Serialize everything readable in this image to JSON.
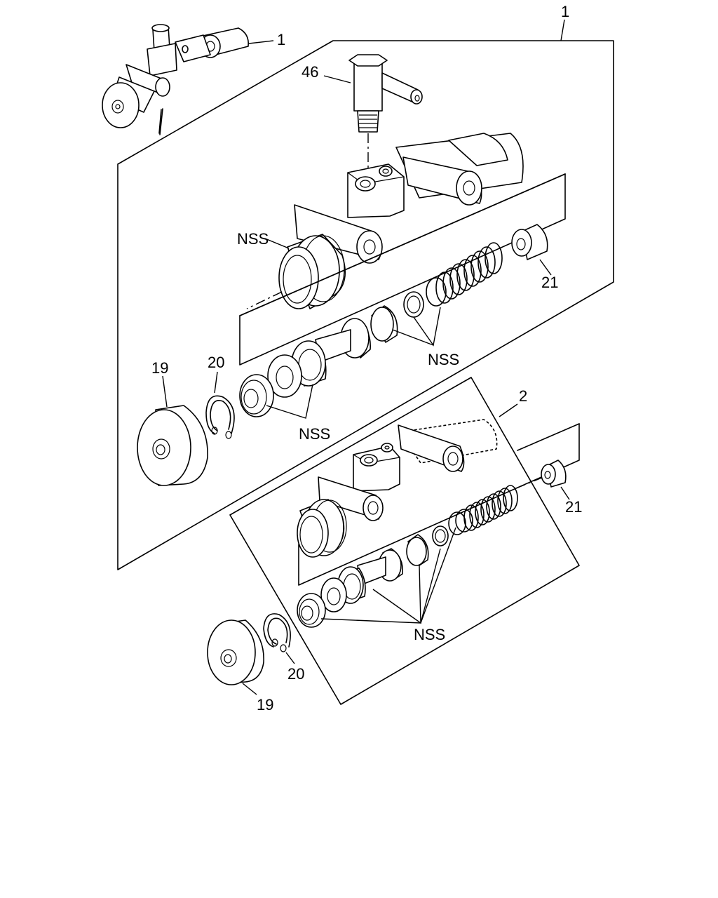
{
  "callouts": {
    "assembly_top": "1",
    "assembly_inset": "1",
    "fitting": "46",
    "nss_body": "NSS",
    "reservoir_upper": "21",
    "seals_upper": "NSS",
    "piston_cups_upper": "NSS",
    "boot_upper": "19",
    "snap_ring_upper": "20",
    "kit": "2",
    "reservoir_lower": "21",
    "nss_lower": "NSS",
    "snap_ring_lower": "20",
    "boot_lower": "19"
  }
}
